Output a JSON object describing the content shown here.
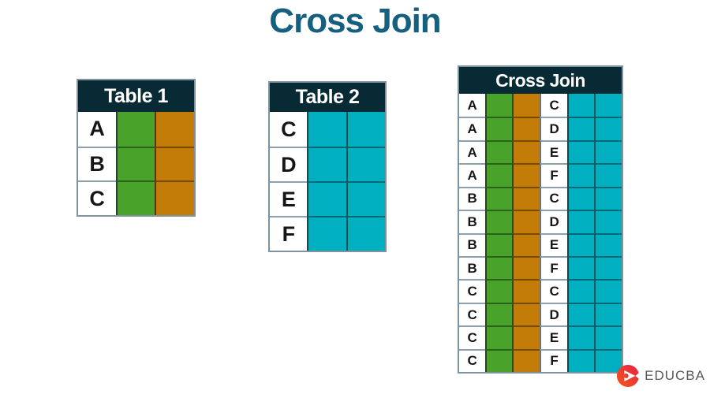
{
  "title": "Cross Join",
  "colors": {
    "title": "#16607f",
    "header_bg": "#072a34",
    "green": "#49a32b",
    "orange": "#c47c08",
    "teal": "#00b0c0",
    "logo_red": "#e52246",
    "logo_orange": "#f4581c"
  },
  "table1": {
    "header": "Table 1",
    "columns": [
      "label",
      "green",
      "orange"
    ],
    "rows": [
      "A",
      "B",
      "C"
    ]
  },
  "table2": {
    "header": "Table 2",
    "columns": [
      "label",
      "teal",
      "teal"
    ],
    "rows": [
      "C",
      "D",
      "E",
      "F"
    ]
  },
  "cross_join": {
    "header": "Cross Join",
    "columns": [
      "label-left",
      "green",
      "orange",
      "label-right",
      "teal",
      "teal"
    ],
    "rows": [
      [
        "A",
        "C"
      ],
      [
        "A",
        "D"
      ],
      [
        "A",
        "E"
      ],
      [
        "A",
        "F"
      ],
      [
        "B",
        "C"
      ],
      [
        "B",
        "D"
      ],
      [
        "B",
        "E"
      ],
      [
        "B",
        "F"
      ],
      [
        "C",
        "C"
      ],
      [
        "C",
        "D"
      ],
      [
        "C",
        "E"
      ],
      [
        "C",
        "F"
      ]
    ]
  },
  "logo": {
    "brand": "EDUCBA"
  }
}
